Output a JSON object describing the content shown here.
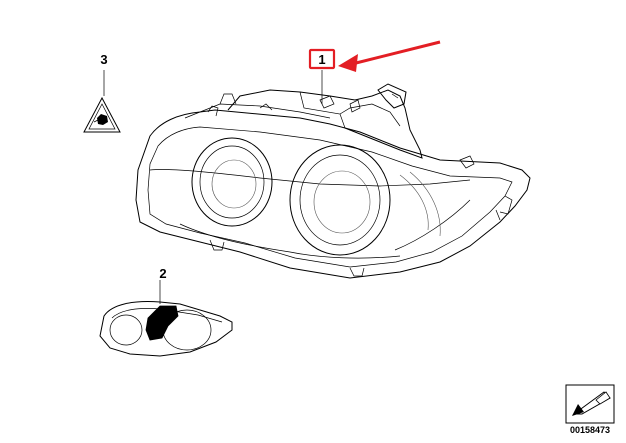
{
  "callouts": {
    "part_1": "1",
    "part_2": "2",
    "part_3": "3"
  },
  "reference_number": "00158473",
  "colors": {
    "highlight": "#e31e24",
    "line": "#000000",
    "background": "#ffffff"
  },
  "icons": [
    "warning-label-icon",
    "page-nav-arrow-icon"
  ]
}
